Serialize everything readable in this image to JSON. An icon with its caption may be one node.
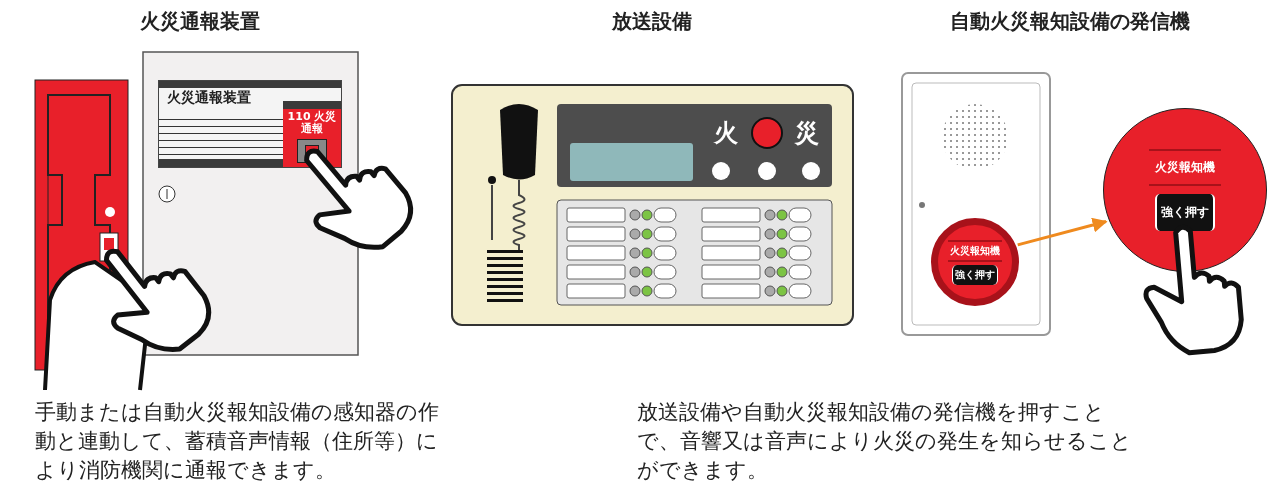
{
  "diagram": {
    "nodes": [
      {
        "text": [
          "火災通報装置"
        ]
      },
      {
        "text": [
          "110 火災通報"
        ],
        "in": 0
      },
      {
        "text": [
          "火災報知機",
          "強く押す"
        ]
      },
      {
        "text": [
          "火災報知機",
          "強く押す"
        ]
      }
    ],
    "edges": [
      {
        "from": 2,
        "to": 3,
        "arrow": "to",
        "color": "#ef8a1e"
      }
    ],
    "labels": [
      "火災通報装置",
      "放送設備",
      "自動火災報知設備の発信機",
      "火",
      "災",
      "手動または自動火災報知設備の感知器の作動と連動して、蓄積音声情報（住所等）により消防機関に通報できます。",
      "放送設備や自動火災報知設備の発信機を押すことで、音響又は音声により火災の発生を知らせることができます。"
    ]
  }
}
